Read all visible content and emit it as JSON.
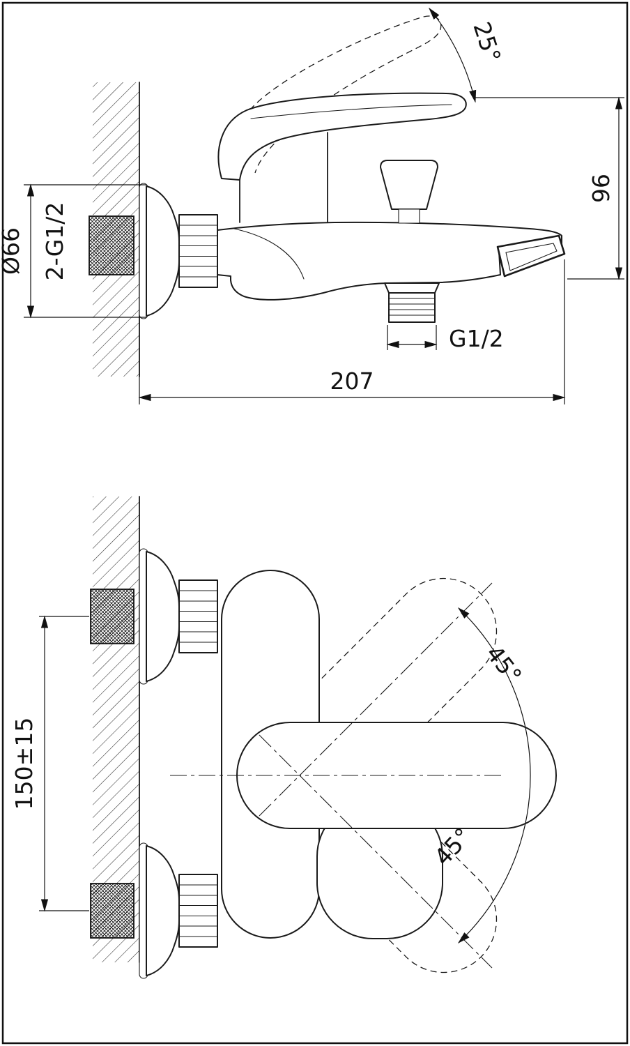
{
  "side_view": {
    "handle_angle": "25°",
    "height": "96",
    "flange_diameter": "Ø66",
    "wall_thread": "2-G1/2",
    "outlet_thread": "G1/2",
    "overall_length": "207"
  },
  "front_view": {
    "inlet_spacing": "150±15",
    "swing_up_angle": "45°",
    "swing_down_angle": "45°"
  }
}
